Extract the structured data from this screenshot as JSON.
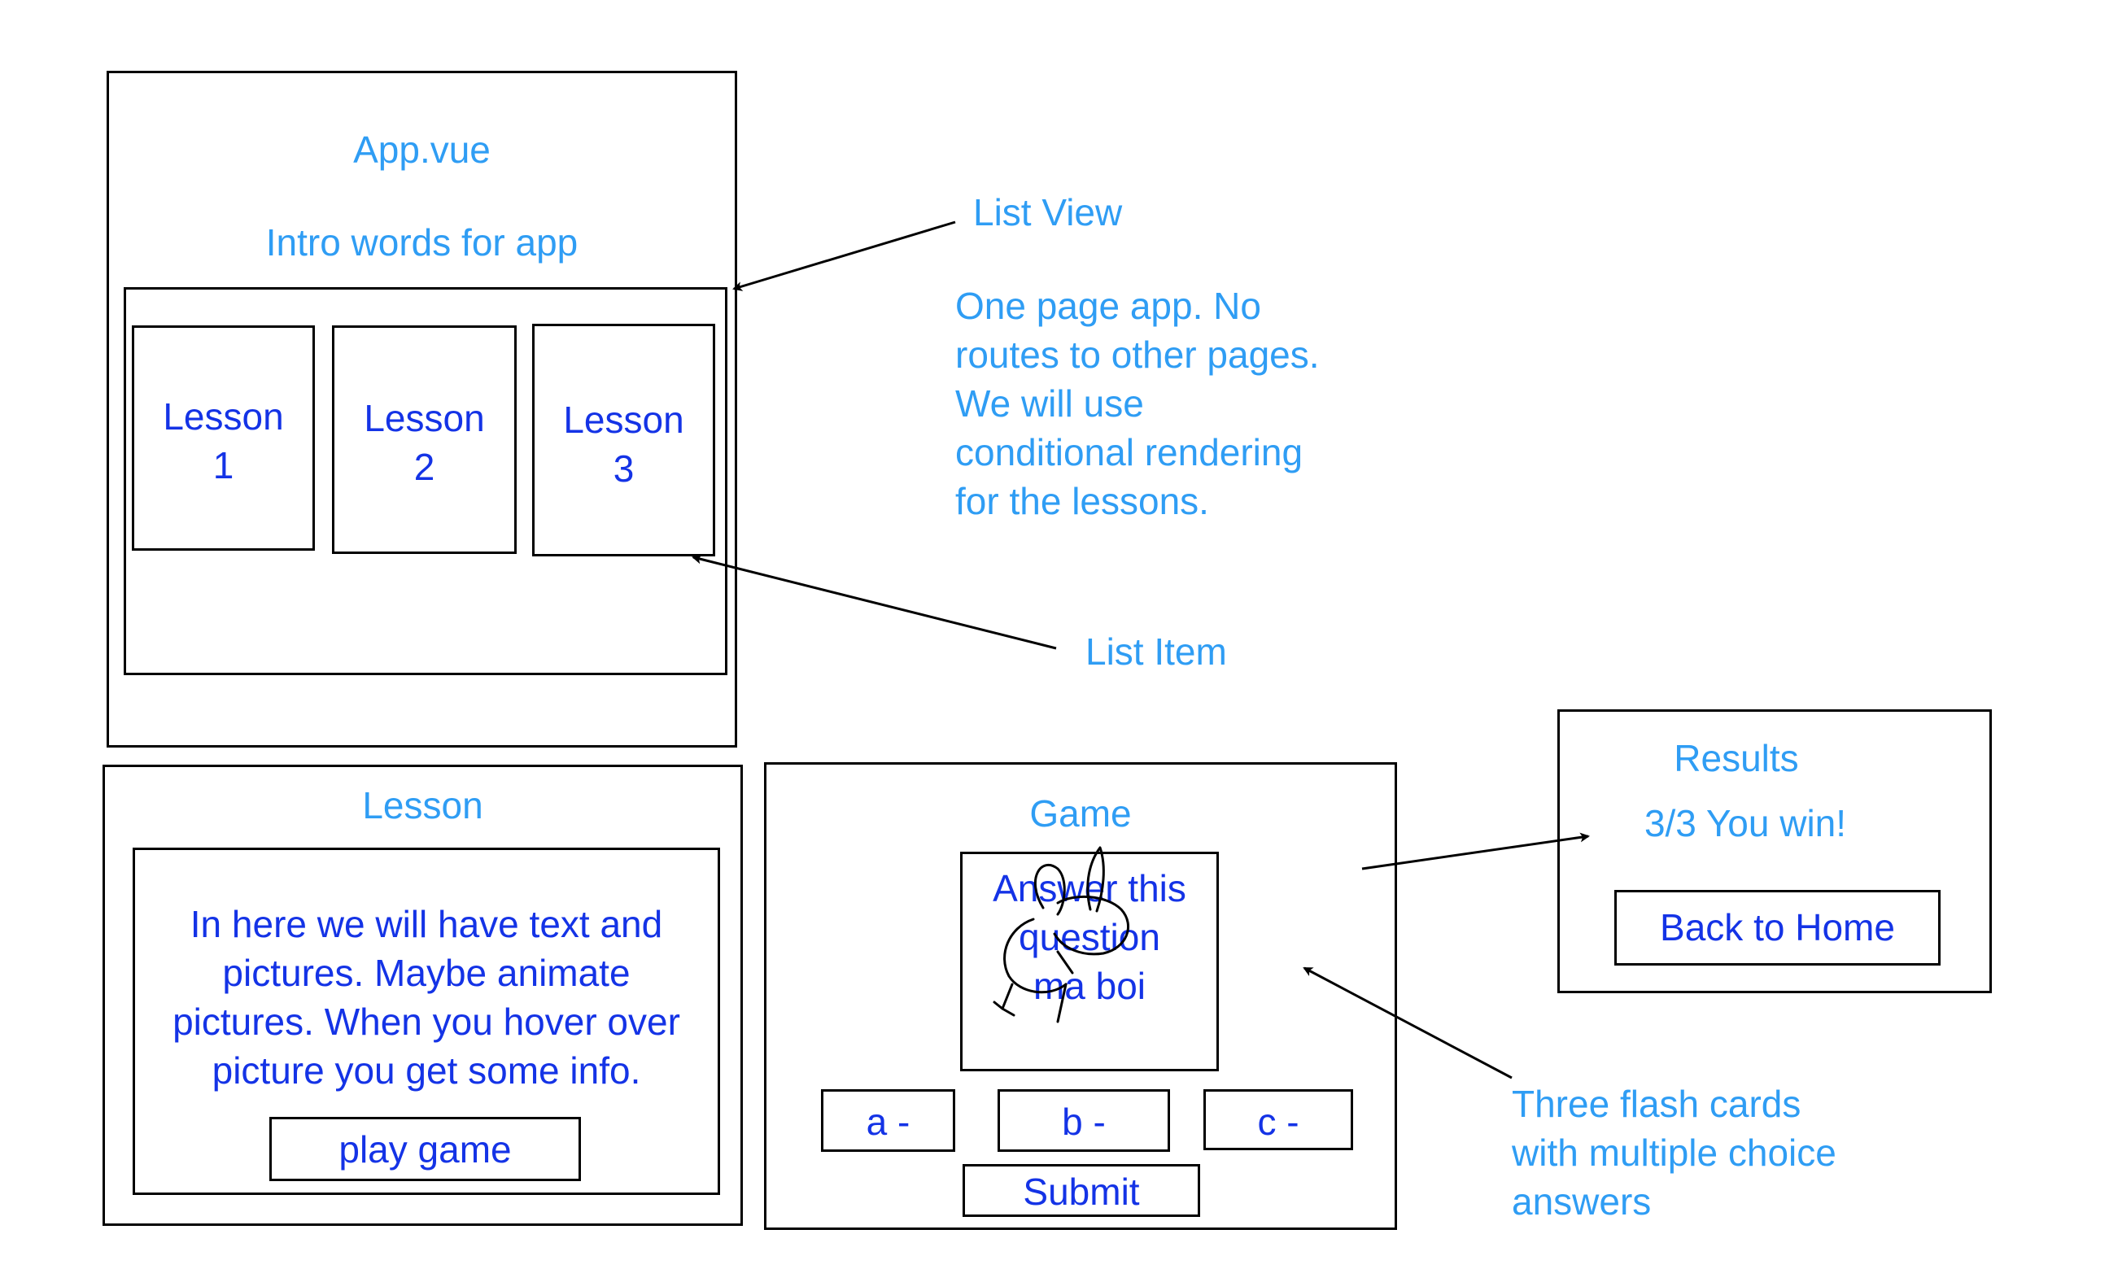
{
  "app": {
    "title": "App.vue",
    "intro": "Intro words for app",
    "lessons": [
      "Lesson\n1",
      "Lesson\n2",
      "Lesson\n3"
    ]
  },
  "annotations": {
    "list_view": "List View",
    "one_page": "One page app. No\nroutes to other pages.\nWe will use\nconditional rendering\nfor the lessons.",
    "list_item": "List Item",
    "flash_cards": "Three flash cards\nwith multiple choice\nanswers"
  },
  "lesson": {
    "title": "Lesson",
    "body": "In here we will have text and\npictures. Maybe animate\npictures. When you hover over\npicture you get some info.",
    "play_button": "play game"
  },
  "game": {
    "title": "Game",
    "question": "Answer this\nquestion\nma boi",
    "answers": [
      "a -",
      "b -",
      "c -"
    ],
    "submit": "Submit"
  },
  "results": {
    "title": "Results",
    "score": "3/3 You win!",
    "back_button": "Back to Home"
  },
  "colors": {
    "annotation": "#2f9df4",
    "component_text": "#1433e6",
    "lines": "#000000"
  }
}
